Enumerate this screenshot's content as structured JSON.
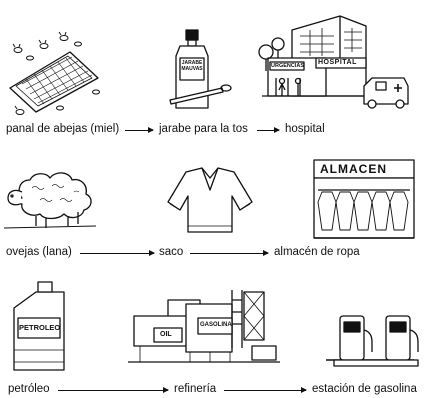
{
  "rows": [
    {
      "steps": [
        "panal de abejas (miel)",
        "jarabe para la tos",
        "hospital"
      ],
      "signs": {
        "bottle": "JARABE\nMAUVAS",
        "hospital": "HOSPITAL",
        "urgencias": "URGENCIAS"
      }
    },
    {
      "steps": [
        "ovejas (lana)",
        "saco",
        "almacén de ropa"
      ],
      "signs": {
        "store": "ALMACEN"
      }
    },
    {
      "steps": [
        "petróleo",
        "refinería",
        "estación de gasolina"
      ],
      "signs": {
        "barrel": "PETROLEO",
        "oil": "OIL",
        "gasolina": "GASOLINA"
      }
    }
  ]
}
